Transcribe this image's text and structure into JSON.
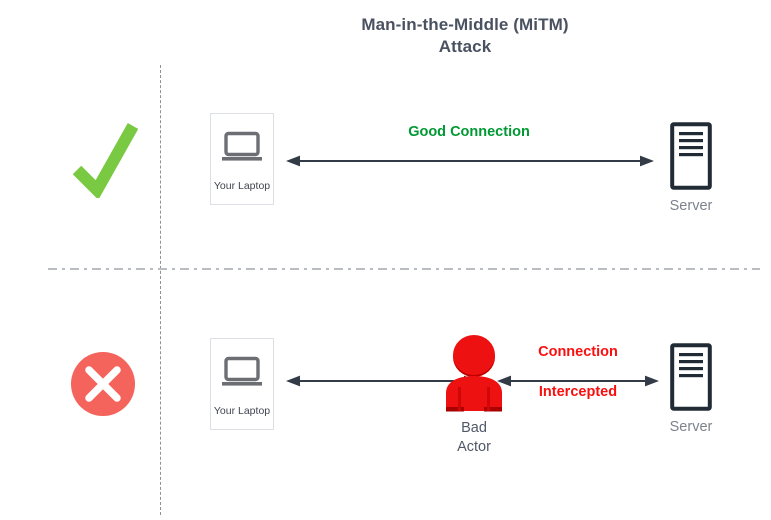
{
  "page": {
    "title_line1": "Man-in-the-Middle (MiTM)",
    "title_line2": "Attack",
    "title_color": "#4a5160",
    "background": "#ffffff"
  },
  "colors": {
    "good_green": "#009933",
    "check_green": "#7ac943",
    "bad_red": "#fa0f0f",
    "cross_red": "#f4635c",
    "actor_red": "#ee1111",
    "arrow_gray": "#333b47",
    "server_dark": "#212b36",
    "laptop_gray": "#6b6f73",
    "label_gray": "#7c828c",
    "divider_gray": "#b9bcc0"
  },
  "scenarios": [
    {
      "id": "good",
      "status_icon": "check-icon",
      "status_meaning": "secure",
      "source": {
        "icon": "laptop-icon",
        "label": "Your Laptop"
      },
      "connection": {
        "label": "Good Connection",
        "color": "#009933",
        "arrow": "double-headed"
      },
      "destination": {
        "icon": "server-icon",
        "label": "Server"
      }
    },
    {
      "id": "attack",
      "status_icon": "cross-circle-icon",
      "status_meaning": "compromised",
      "source": {
        "icon": "laptop-icon",
        "label": "Your Laptop"
      },
      "interceptor": {
        "icon": "person-icon",
        "label_line1": "Bad",
        "label_line2": "Actor",
        "color": "#ee1111"
      },
      "connection": {
        "label_line1": "Connection",
        "label_line2": "Intercepted",
        "color": "#fa0f0f",
        "arrow": "double-headed"
      },
      "destination": {
        "icon": "server-icon",
        "label": "Server"
      }
    }
  ]
}
